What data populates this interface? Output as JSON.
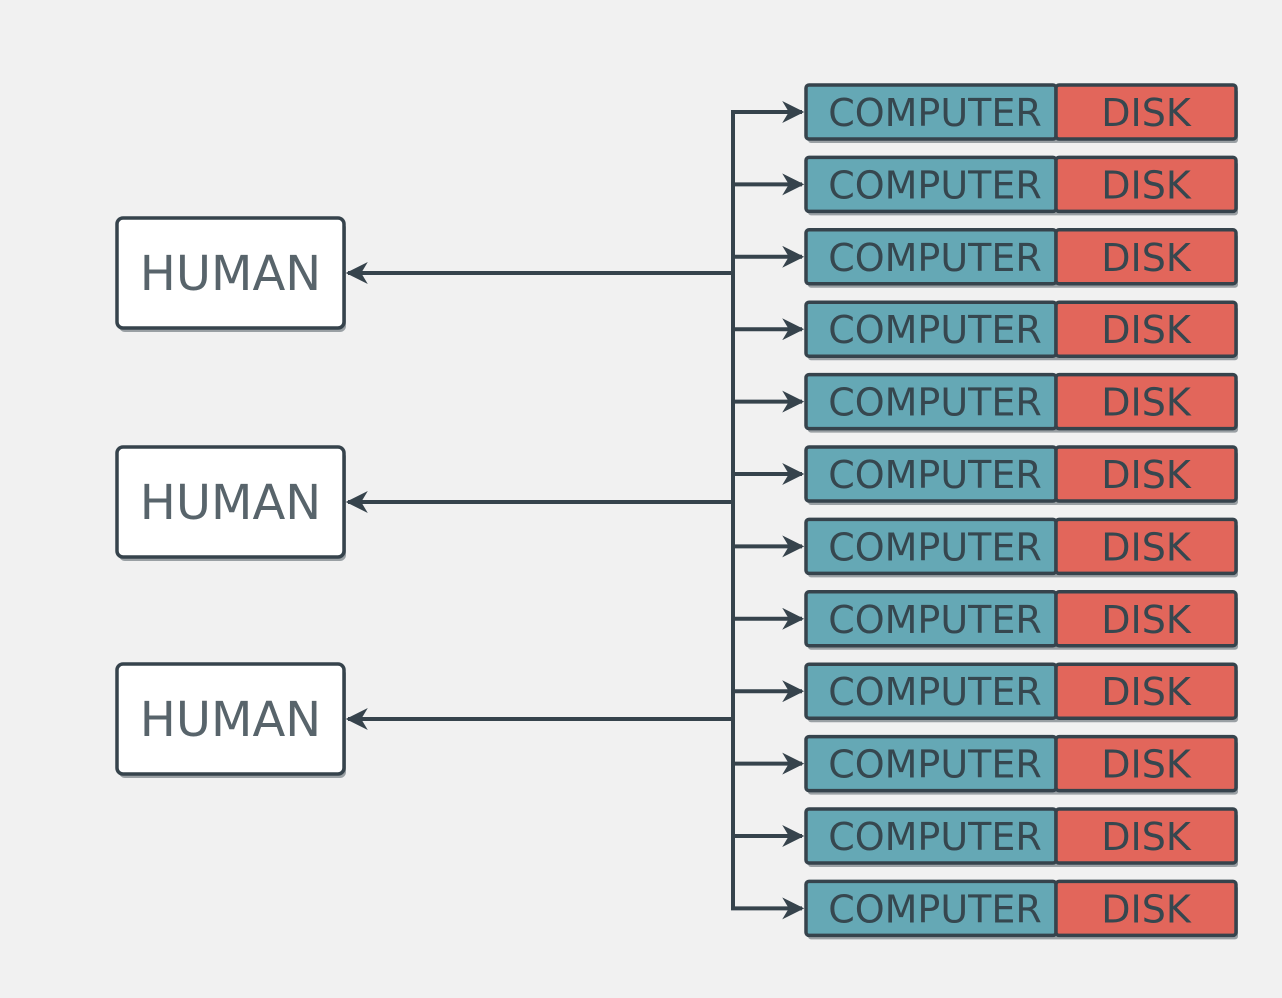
{
  "colors": {
    "background": "#f1f1f1",
    "stroke": "#36434c",
    "shadow": "#9aa0a4",
    "human_fill": "#ffffff",
    "computer_fill": "#65a8b5",
    "disk_fill": "#e2665b"
  },
  "humans": [
    {
      "label": "HUMAN"
    },
    {
      "label": "HUMAN"
    },
    {
      "label": "HUMAN"
    }
  ],
  "nodes": [
    {
      "computer": "COMPUTER",
      "disk": "DISK"
    },
    {
      "computer": "COMPUTER",
      "disk": "DISK"
    },
    {
      "computer": "COMPUTER",
      "disk": "DISK"
    },
    {
      "computer": "COMPUTER",
      "disk": "DISK"
    },
    {
      "computer": "COMPUTER",
      "disk": "DISK"
    },
    {
      "computer": "COMPUTER",
      "disk": "DISK"
    },
    {
      "computer": "COMPUTER",
      "disk": "DISK"
    },
    {
      "computer": "COMPUTER",
      "disk": "DISK"
    },
    {
      "computer": "COMPUTER",
      "disk": "DISK"
    },
    {
      "computer": "COMPUTER",
      "disk": "DISK"
    },
    {
      "computer": "COMPUTER",
      "disk": "DISK"
    },
    {
      "computer": "COMPUTER",
      "disk": "DISK"
    }
  ]
}
